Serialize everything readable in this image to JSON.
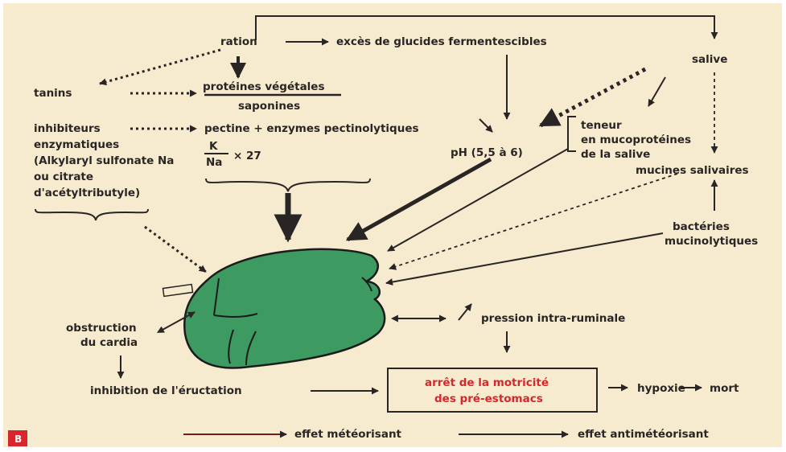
{
  "labels": {
    "ration": "ration",
    "exces": "excès de glucides fermentescibles",
    "salive": "salive",
    "tanins": "tanins",
    "proteines": "protéines végétales",
    "saponines": "saponines",
    "inhib1": "inhibiteurs",
    "inhib2": "enzymatiques",
    "inhib3": "(Alkylaryl sulfonate Na",
    "inhib4": "ou citrate",
    "inhib5": "d'acétyltributyle)",
    "pectine": "pectine + enzymes pectinolytiques",
    "k": "K",
    "na": "Na",
    "x27": "× 27",
    "ph": "pH (5,5 à 6)",
    "teneur1": "teneur",
    "teneur2": "en mucoprotéines",
    "teneur3": "de la salive",
    "mucines": "mucines salivaires",
    "bact1": "bactéries",
    "bact2": "mucinolytiques",
    "obstr1": "obstruction",
    "obstr2": "du cardia",
    "pression": "pression intra-ruminale",
    "inhibition": "inhibition de l'éructation",
    "arret1": "arrêt de la motricité",
    "arret2": "des pré-estomacs",
    "hypoxie": "hypoxie",
    "mort": "mort",
    "badge": "B",
    "legend_meteor": "effet météorisant",
    "legend_antimeteor": "effet antimétéorisant"
  },
  "colors": {
    "background": "#f6ebcf",
    "text": "#2a2525",
    "rumen_fill": "#3d9a60",
    "red": "#d8262c",
    "dark_red": "#7a1a1a"
  }
}
